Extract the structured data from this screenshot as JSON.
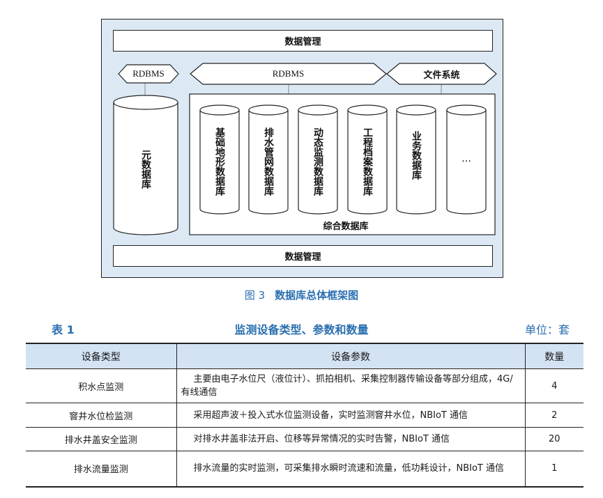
{
  "figure": {
    "top_bar": "数据管理",
    "bottom_bar": "数据管理",
    "hex_rdbms_left": "RDBMS",
    "hex_rdbms_main": "RDBMS",
    "hex_filesystem": "文件系统",
    "meta_db": "元数据库",
    "databases": [
      "基础地形数据库",
      "排水管网数据库",
      "动态监测数据库",
      "工程档案数据库",
      "业务数据库",
      "…"
    ],
    "integrated_db": "综合数据库"
  },
  "figure_caption": {
    "number": "图 3",
    "title": "数据库总体框架图"
  },
  "table": {
    "label": "表 1",
    "caption": "监测设备类型、参数和数量",
    "unit": "单位：套",
    "headers": [
      "设备类型",
      "设备参数",
      "数量"
    ],
    "rows": [
      {
        "type": "积水点监测",
        "params": "主要由电子水位尺（液位计）、抓拍相机、采集控制器传输设备等部分组成，4G/有线通信",
        "qty": "4"
      },
      {
        "type": "窨井水位检监测",
        "params": "采用超声波＋投入式水位监测设备，实时监测窨井水位，NBIoT 通信",
        "qty": "2"
      },
      {
        "type": "排水井盖安全监测",
        "params": "对排水井盖非法开启、位移等异常情况的实时告警，NBIoT 通信",
        "qty": "20"
      },
      {
        "type": "排水流量监测",
        "params": "排水流量的实时监测，可采集排水瞬时流速和流量，低功耗设计，NBIoT 通信",
        "qty": "1"
      }
    ]
  }
}
